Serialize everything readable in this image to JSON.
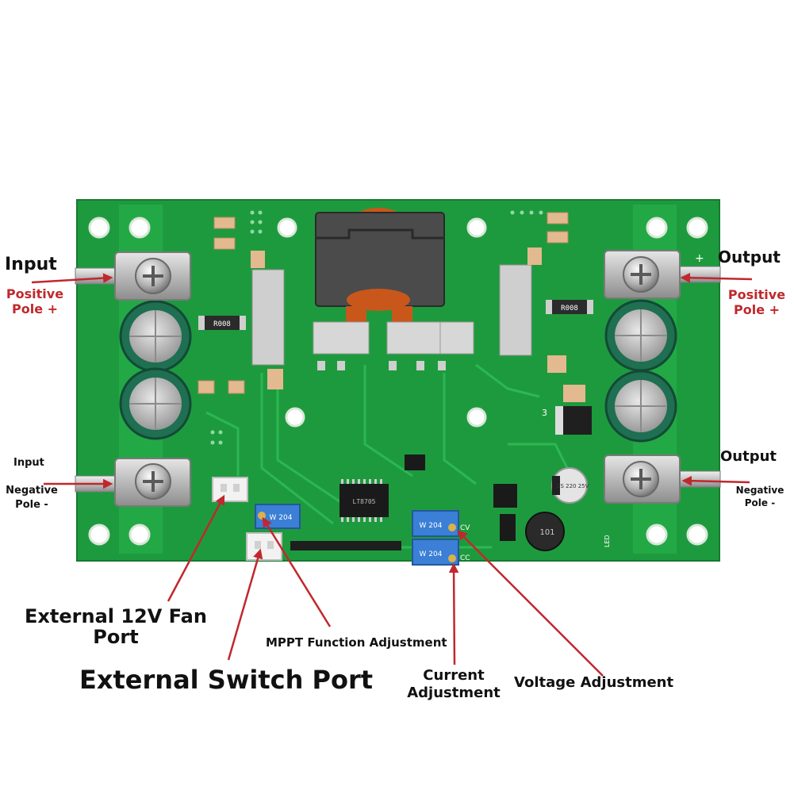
{
  "labels": {
    "input_positive_title": "Input",
    "input_positive_line1": "Positive",
    "input_positive_line2": "Pole +",
    "output_positive_title": "Output",
    "output_positive_line1": "Positive",
    "output_positive_line2": "Pole +",
    "input_negative_title": "Input",
    "input_negative_line1": "Negative",
    "input_negative_line2": "Pole -",
    "output_negative_title": "Output",
    "output_negative_line1": "Negative",
    "output_negative_line2": "Pole -",
    "fan_port_line1": "External 12V Fan",
    "fan_port_line2": "Port",
    "mppt": "MPPT Function Adjustment",
    "switch_port": "External Switch Port",
    "current_line1": "Current",
    "current_line2": "Adjustment",
    "voltage": "Voltage Adjustment"
  },
  "board_markings": {
    "plus": "+",
    "r_left": "R008",
    "r_right": "R008",
    "diode": "3",
    "cap": "CS 220 25V",
    "ic": "LT8705",
    "pot_mppt": "W 204",
    "pot_cv": "W 204",
    "pot_cc": "W 204",
    "cv": "CV",
    "cc": "CC",
    "inductor": "101",
    "led": "LED"
  },
  "colors": {
    "board": "#1e9a3e",
    "arrow": "#c0282d",
    "label_red": "#c0282d",
    "label_black": "#111111"
  }
}
